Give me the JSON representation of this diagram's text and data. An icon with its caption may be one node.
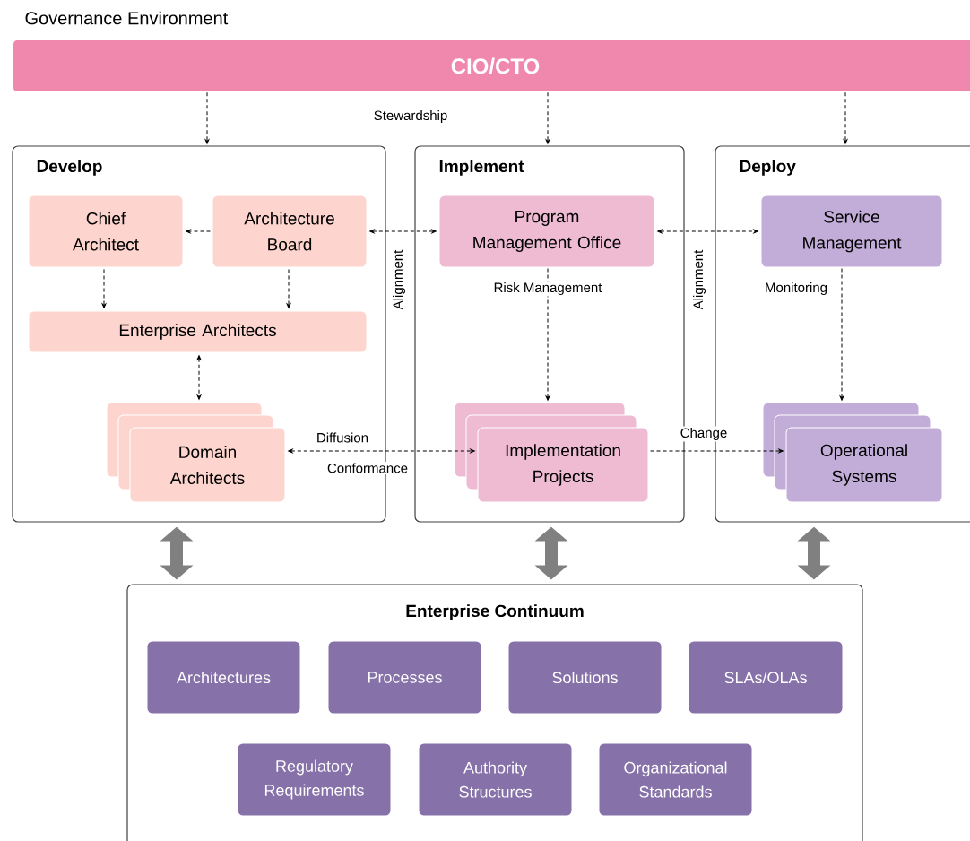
{
  "diagram": {
    "title": "Governance Environment",
    "nodes": [
      {
        "text": [
          "CIO/CTO"
        ]
      },
      {
        "text": [
          "Develop"
        ]
      },
      {
        "text": [
          "Chief Architect"
        ],
        "in": 1
      },
      {
        "text": [
          "Architecture Board"
        ],
        "in": 1
      },
      {
        "text": [
          "Enterprise Architects"
        ],
        "in": 1
      },
      {
        "text": [
          "Domain Architects"
        ],
        "in": 1
      },
      {
        "text": [
          "Implement"
        ]
      },
      {
        "text": [
          "Program Management Office"
        ],
        "in": 6
      },
      {
        "text": [
          "Implementation Projects"
        ],
        "in": 6
      },
      {
        "text": [
          "Deploy"
        ]
      },
      {
        "text": [
          "Service Management"
        ],
        "in": 9
      },
      {
        "text": [
          "Operational Systems"
        ],
        "in": 9
      },
      {
        "text": [
          "Enterprise Continuum"
        ]
      },
      {
        "text": [
          "Architectures"
        ],
        "in": 12
      },
      {
        "text": [
          "Processes"
        ],
        "in": 12
      },
      {
        "text": [
          "Solutions"
        ],
        "in": 12
      },
      {
        "text": [
          "SLAs/OLAs"
        ],
        "in": 12
      },
      {
        "text": [
          "Regulatory Requirements"
        ],
        "in": 12
      },
      {
        "text": [
          "Authority Structures"
        ],
        "in": 12
      },
      {
        "text": [
          "Organizational Standards"
        ],
        "in": 12
      }
    ],
    "edges": [
      {
        "from": 0,
        "to": 1,
        "arrow": "to",
        "style": "dashed"
      },
      {
        "from": 0,
        "to": 6,
        "arrow": "to",
        "style": "dashed"
      },
      {
        "from": 0,
        "to": 9,
        "arrow": "to",
        "style": "dashed"
      },
      {
        "from": 3,
        "to": 2,
        "arrow": "to",
        "style": "dashed"
      },
      {
        "from": 2,
        "to": 4,
        "arrow": "to",
        "style": "dashed"
      },
      {
        "from": 3,
        "to": 4,
        "arrow": "to",
        "style": "dashed"
      },
      {
        "from": 4,
        "to": 5,
        "arrow": "both",
        "style": "dashed"
      },
      {
        "from": 3,
        "to": 7,
        "arrow": "both",
        "style": "dashed",
        "label": "Alignment"
      },
      {
        "from": 7,
        "to": 10,
        "arrow": "both",
        "style": "dashed",
        "label": "Alignment"
      },
      {
        "from": 7,
        "to": 8,
        "arrow": "to",
        "style": "dashed",
        "label": "Risk Management"
      },
      {
        "from": 10,
        "to": 11,
        "arrow": "to",
        "style": "dashed",
        "label": "Monitoring"
      },
      {
        "from": 5,
        "to": 8,
        "arrow": "both",
        "style": "dashed",
        "label": "Diffusion"
      },
      {
        "from": 8,
        "to": 11,
        "arrow": "to",
        "style": "dashed",
        "label": "Change"
      },
      {
        "from": 1,
        "to": 12,
        "arrow": "both",
        "style": "thick",
        "color": "#808080"
      },
      {
        "from": 6,
        "to": 12,
        "arrow": "both",
        "style": "thick",
        "color": "#808080"
      },
      {
        "from": 9,
        "to": 12,
        "arrow": "both",
        "style": "thick",
        "color": "#808080"
      }
    ],
    "labels": [
      "Stewardship",
      "Conformance"
    ]
  }
}
